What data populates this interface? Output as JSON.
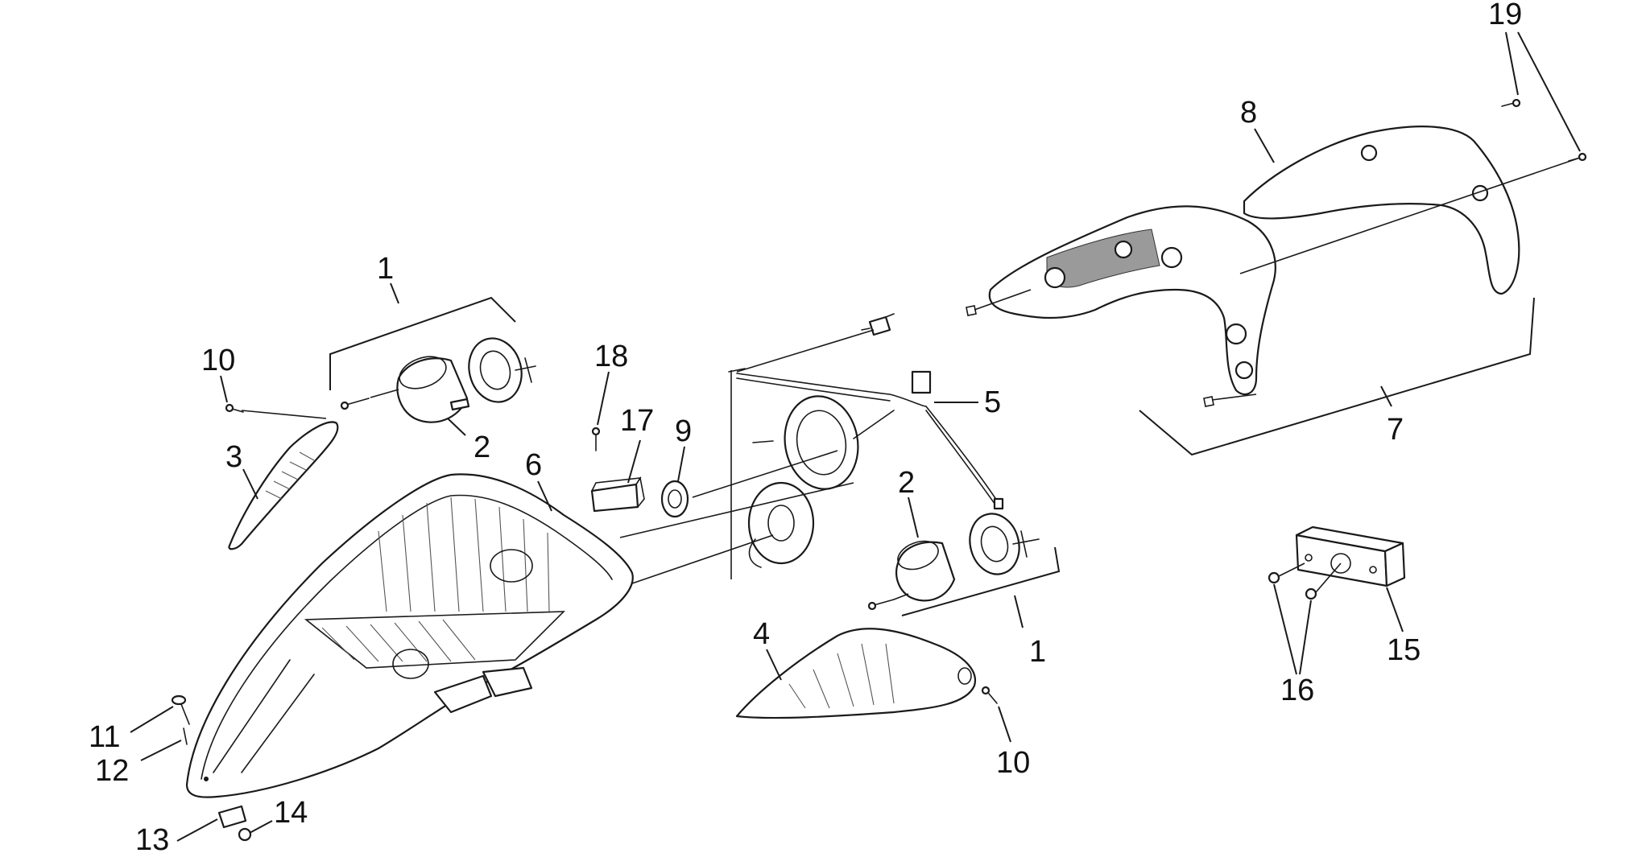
{
  "callouts": [
    {
      "id": "c1a",
      "label": "1"
    },
    {
      "id": "c1b",
      "label": "1"
    },
    {
      "id": "c2a",
      "label": "2"
    },
    {
      "id": "c2b",
      "label": "2"
    },
    {
      "id": "c3",
      "label": "3"
    },
    {
      "id": "c4",
      "label": "4"
    },
    {
      "id": "c5",
      "label": "5"
    },
    {
      "id": "c6",
      "label": "6"
    },
    {
      "id": "c7",
      "label": "7"
    },
    {
      "id": "c8",
      "label": "8"
    },
    {
      "id": "c9",
      "label": "9"
    },
    {
      "id": "c10a",
      "label": "10"
    },
    {
      "id": "c10b",
      "label": "10"
    },
    {
      "id": "c11",
      "label": "11"
    },
    {
      "id": "c12",
      "label": "12"
    },
    {
      "id": "c13",
      "label": "13"
    },
    {
      "id": "c14",
      "label": "14"
    },
    {
      "id": "c15",
      "label": "15"
    },
    {
      "id": "c16",
      "label": "16"
    },
    {
      "id": "c17",
      "label": "17"
    },
    {
      "id": "c18",
      "label": "18"
    },
    {
      "id": "c19",
      "label": "19"
    }
  ]
}
